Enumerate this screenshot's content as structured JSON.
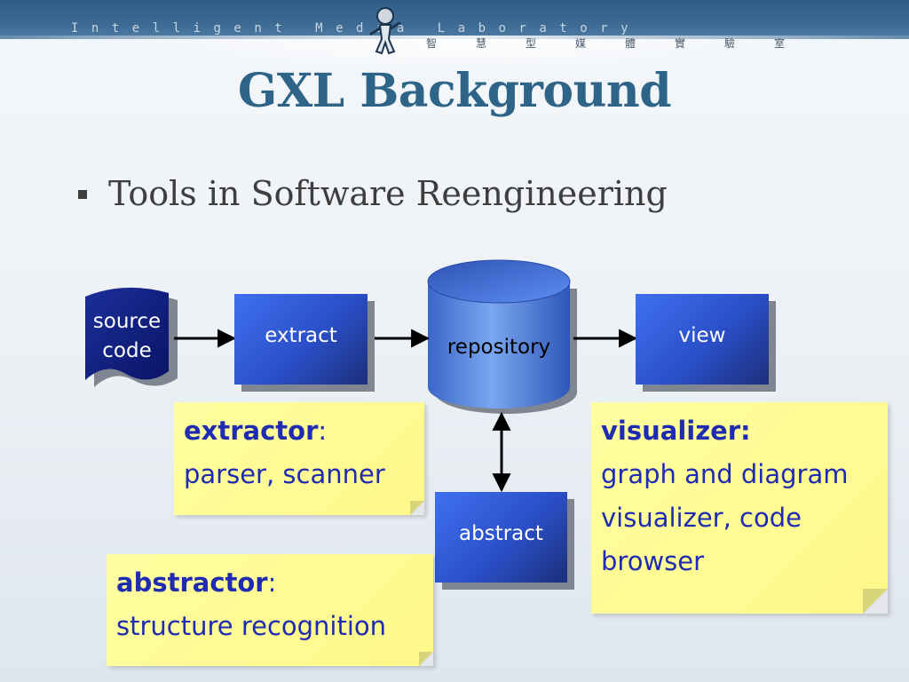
{
  "header": {
    "lab_name": "Intelligent Media Laboratory",
    "lab_name_cn": "智慧型媒體實驗室"
  },
  "slide": {
    "title": "GXL Background",
    "bullets": [
      "Tools in Software Reengineering"
    ]
  },
  "diagram": {
    "nodes": {
      "source_code": "source code",
      "extract": "extract",
      "repository": "repository",
      "view": "view",
      "abstract": "abstract"
    },
    "notes": {
      "extractor": {
        "head": "extractor",
        "colon": ":",
        "body": "parser, scanner"
      },
      "visualizer": {
        "head": "visualizer:",
        "body_lines": [
          "graph and diagram",
          "visualizer, code",
          "browser"
        ]
      },
      "abstractor": {
        "head": "abstractor",
        "colon": ":",
        "body": "structure recognition"
      }
    },
    "colors": {
      "box_light": "#3f70f0",
      "box_dark": "#1c2f7a",
      "note_fill": "#ffff88",
      "note_text": "#1f2bb0",
      "title": "#2f6489"
    }
  }
}
